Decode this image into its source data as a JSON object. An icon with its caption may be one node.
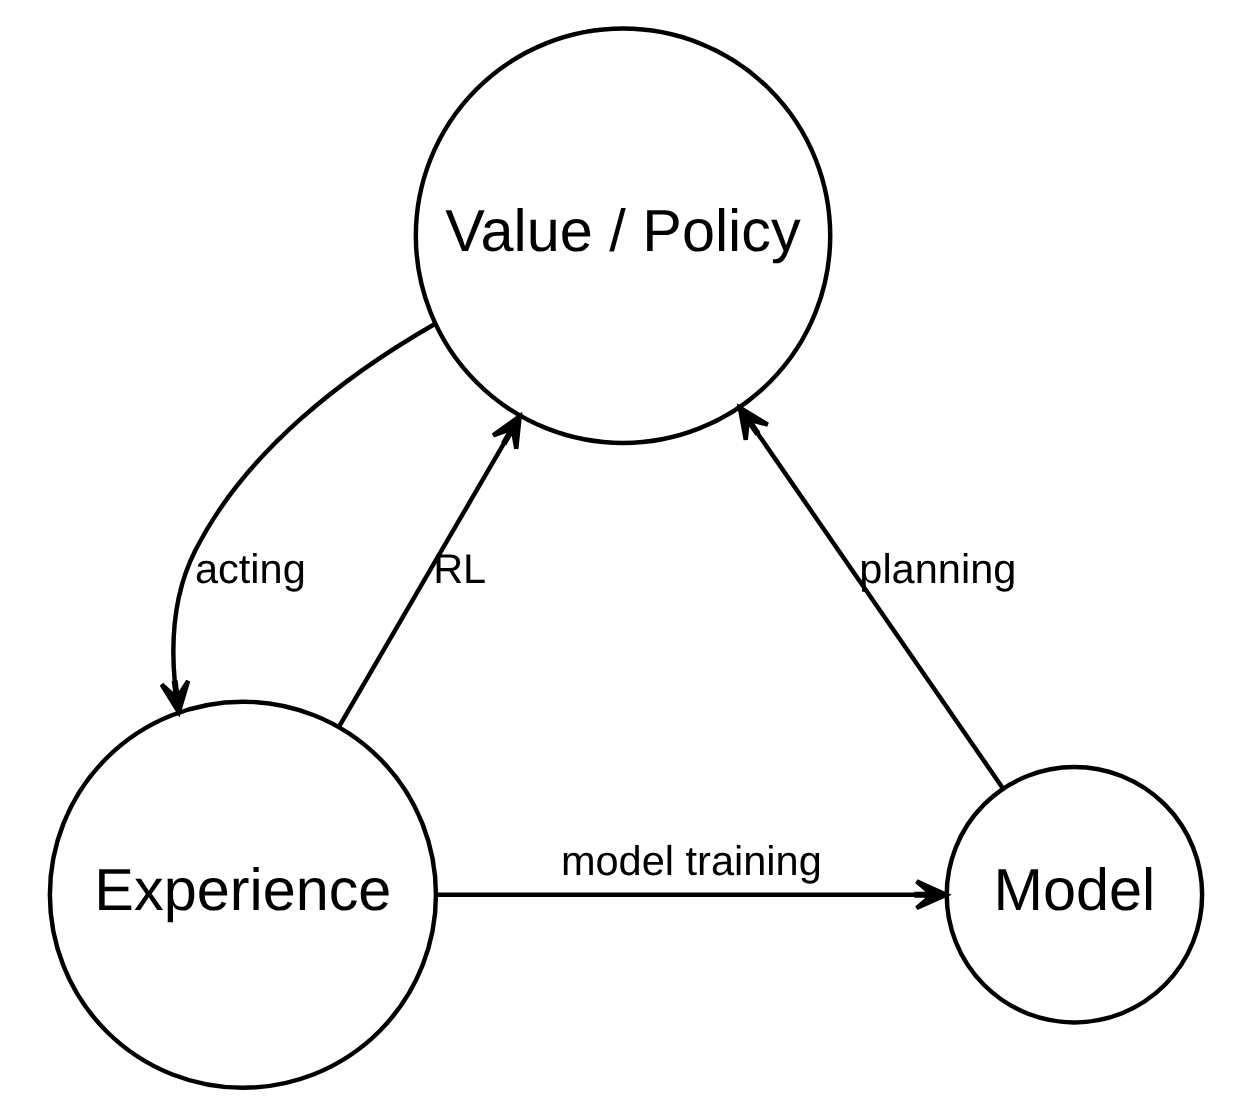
{
  "diagram": {
    "nodes": [
      {
        "text": [
          "Value / Policy"
        ]
      },
      {
        "text": [
          "Model"
        ]
      },
      {
        "text": [
          "Experience"
        ]
      }
    ],
    "edges": [
      {
        "from": 1,
        "to": 0,
        "arrow": "to",
        "label": "planning"
      },
      {
        "from": 0,
        "to": 2,
        "arrow": "to",
        "label": "acting"
      },
      {
        "from": 2,
        "to": 0,
        "arrow": "to",
        "label": "RL"
      },
      {
        "from": 2,
        "to": 1,
        "arrow": "to",
        "label": "model training"
      }
    ]
  }
}
